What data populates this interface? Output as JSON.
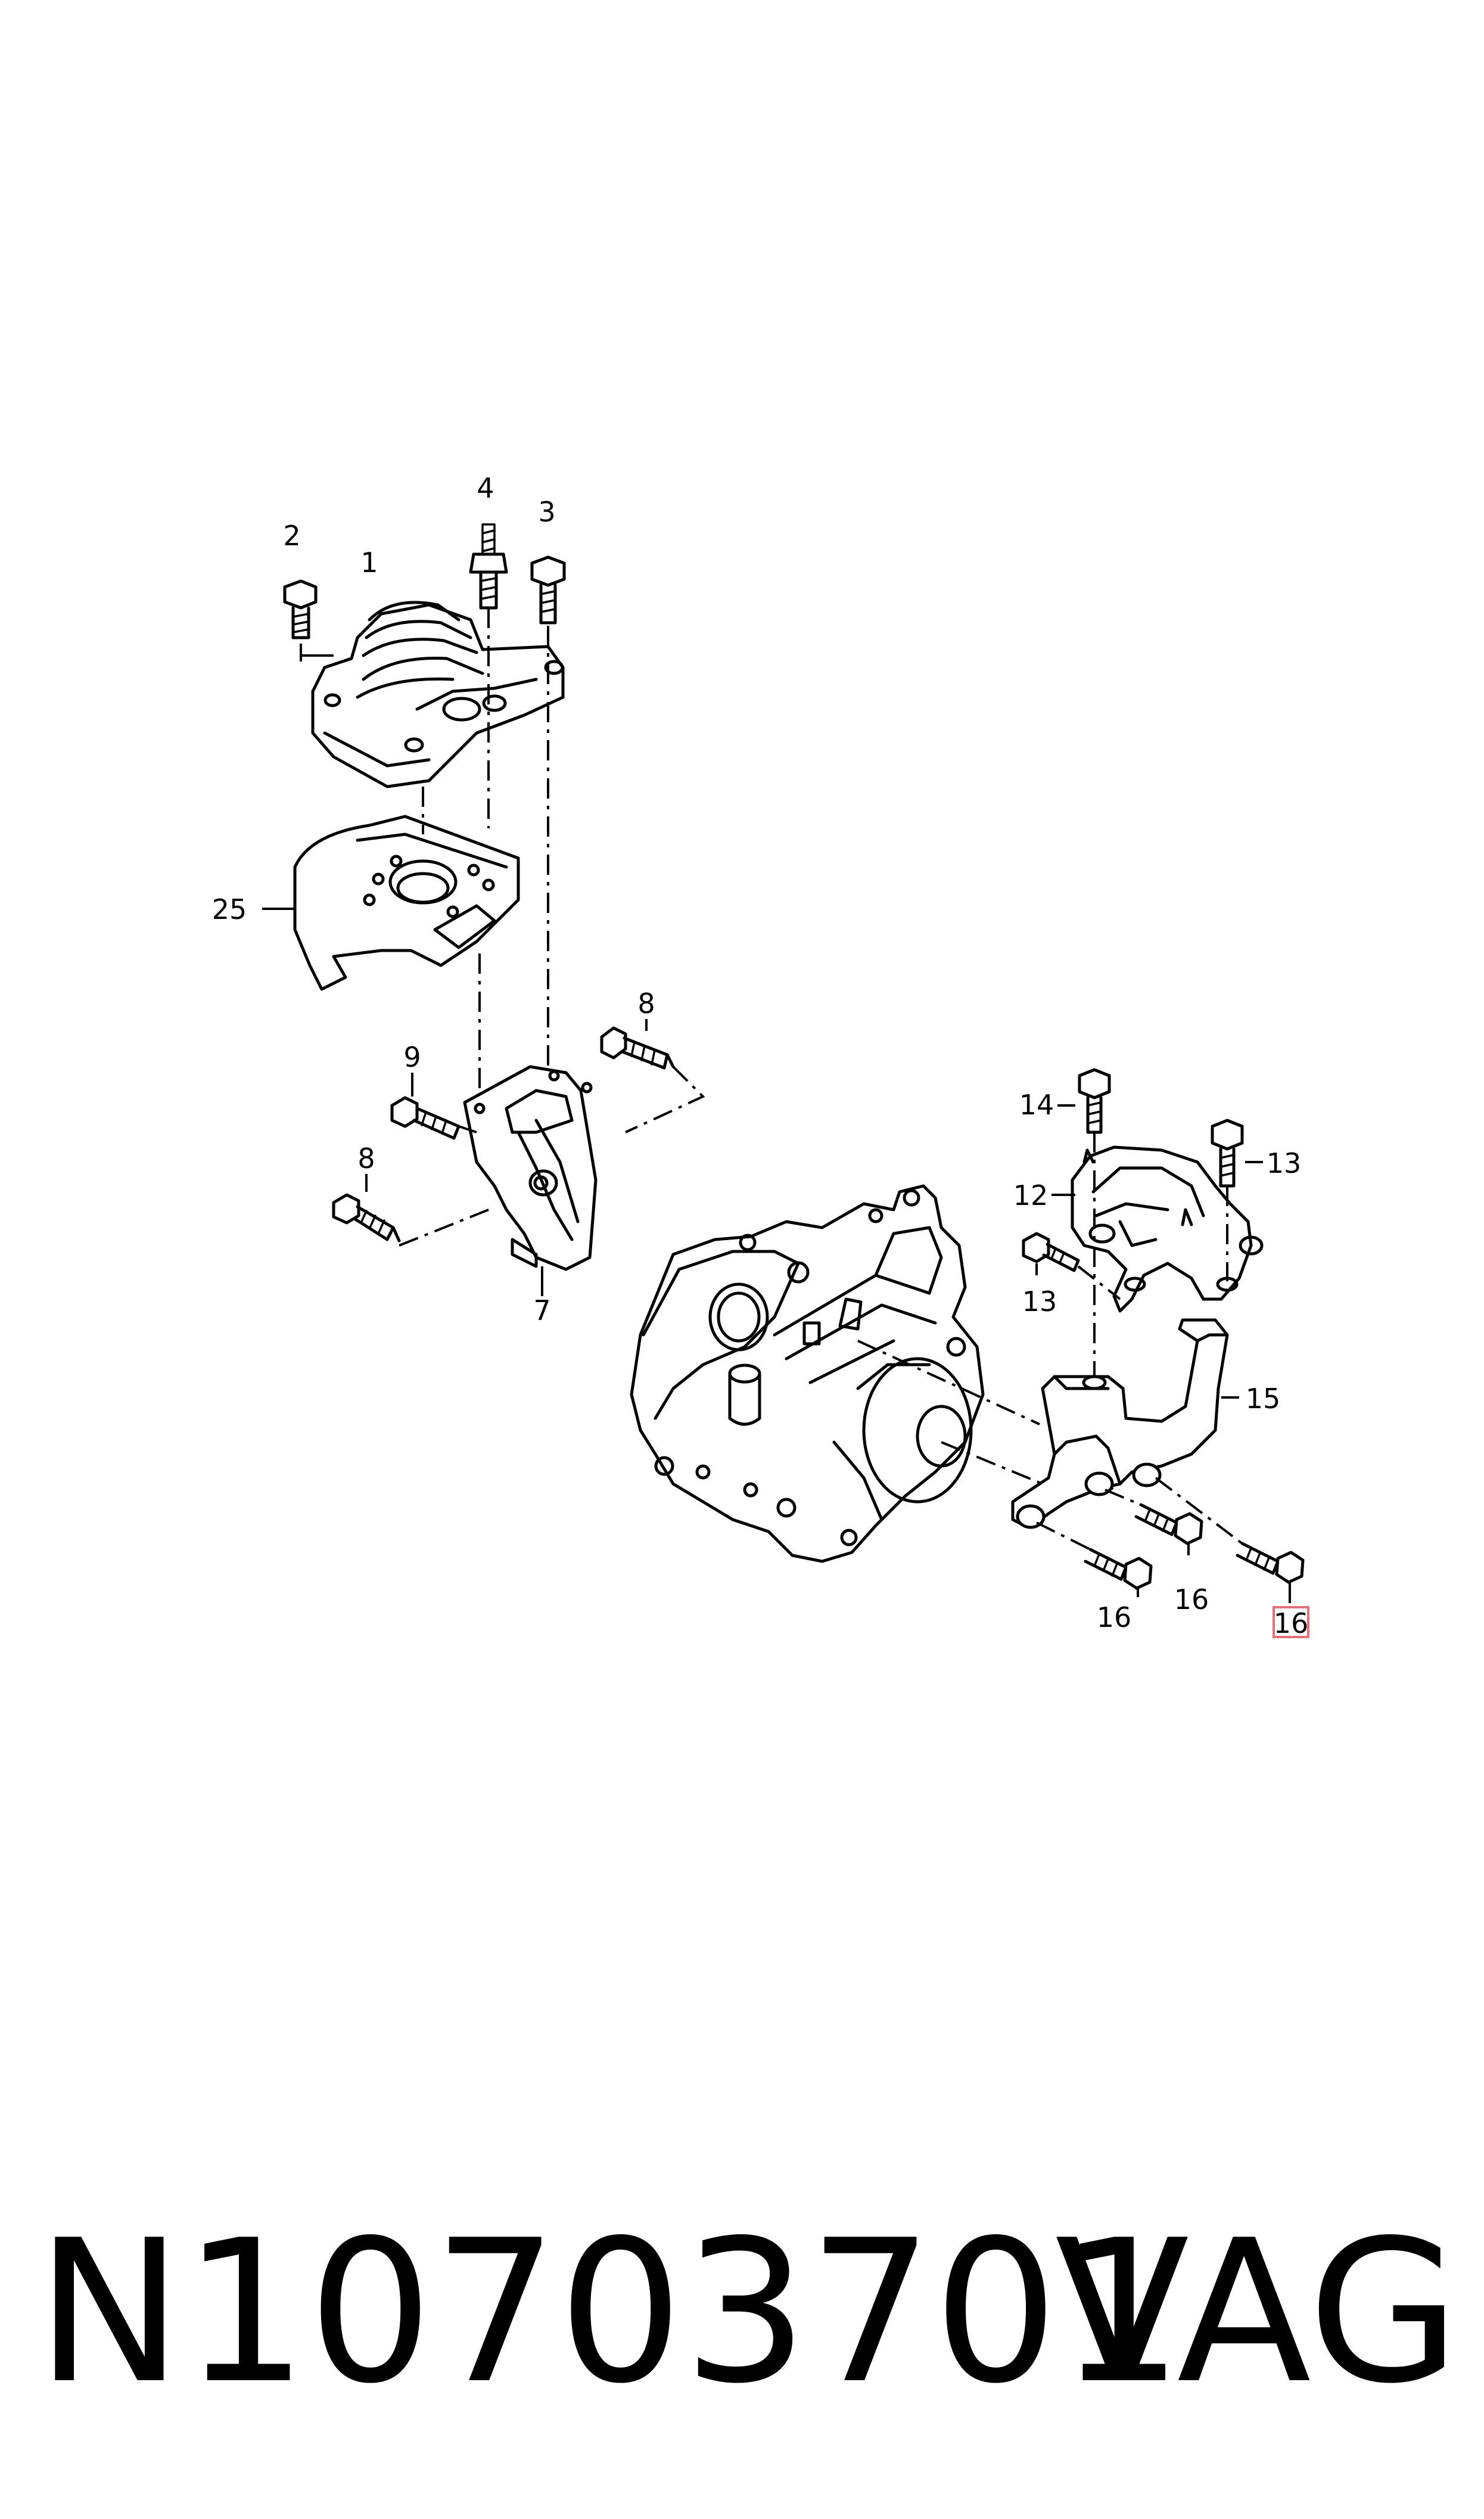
{
  "callouts": {
    "c1": "1",
    "c2": "2",
    "c3": "3",
    "c4": "4",
    "c7": "7",
    "c8a": "8",
    "c8b": "8",
    "c9": "9",
    "c12": "12",
    "c13a": "13",
    "c13b": "13",
    "c14": "14",
    "c15": "15",
    "c16a": "16",
    "c16b": "16",
    "c16c": "16",
    "c25": "25"
  },
  "highlighted_callout": "16",
  "footer": {
    "part_number": "N10703701",
    "brand": "VAG"
  },
  "colors": {
    "line": "#000000",
    "highlight": "#e0707a",
    "background": "#ffffff"
  }
}
